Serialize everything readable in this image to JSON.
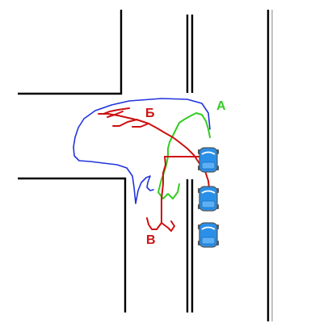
{
  "labels": {
    "a": "А",
    "b": "Б",
    "v": "В"
  },
  "colors": {
    "route_a": "#33cc22",
    "route_b": "#2233dd",
    "route_v": "#cc1111",
    "car_body": "#2a8fe8",
    "car_outline": "#555555",
    "road_line": "#000000"
  },
  "cars": [
    {
      "name": "car-1",
      "icon": "car-top-view-icon"
    },
    {
      "name": "car-2",
      "icon": "car-top-view-icon"
    },
    {
      "name": "car-3",
      "icon": "car-top-view-icon"
    }
  ]
}
